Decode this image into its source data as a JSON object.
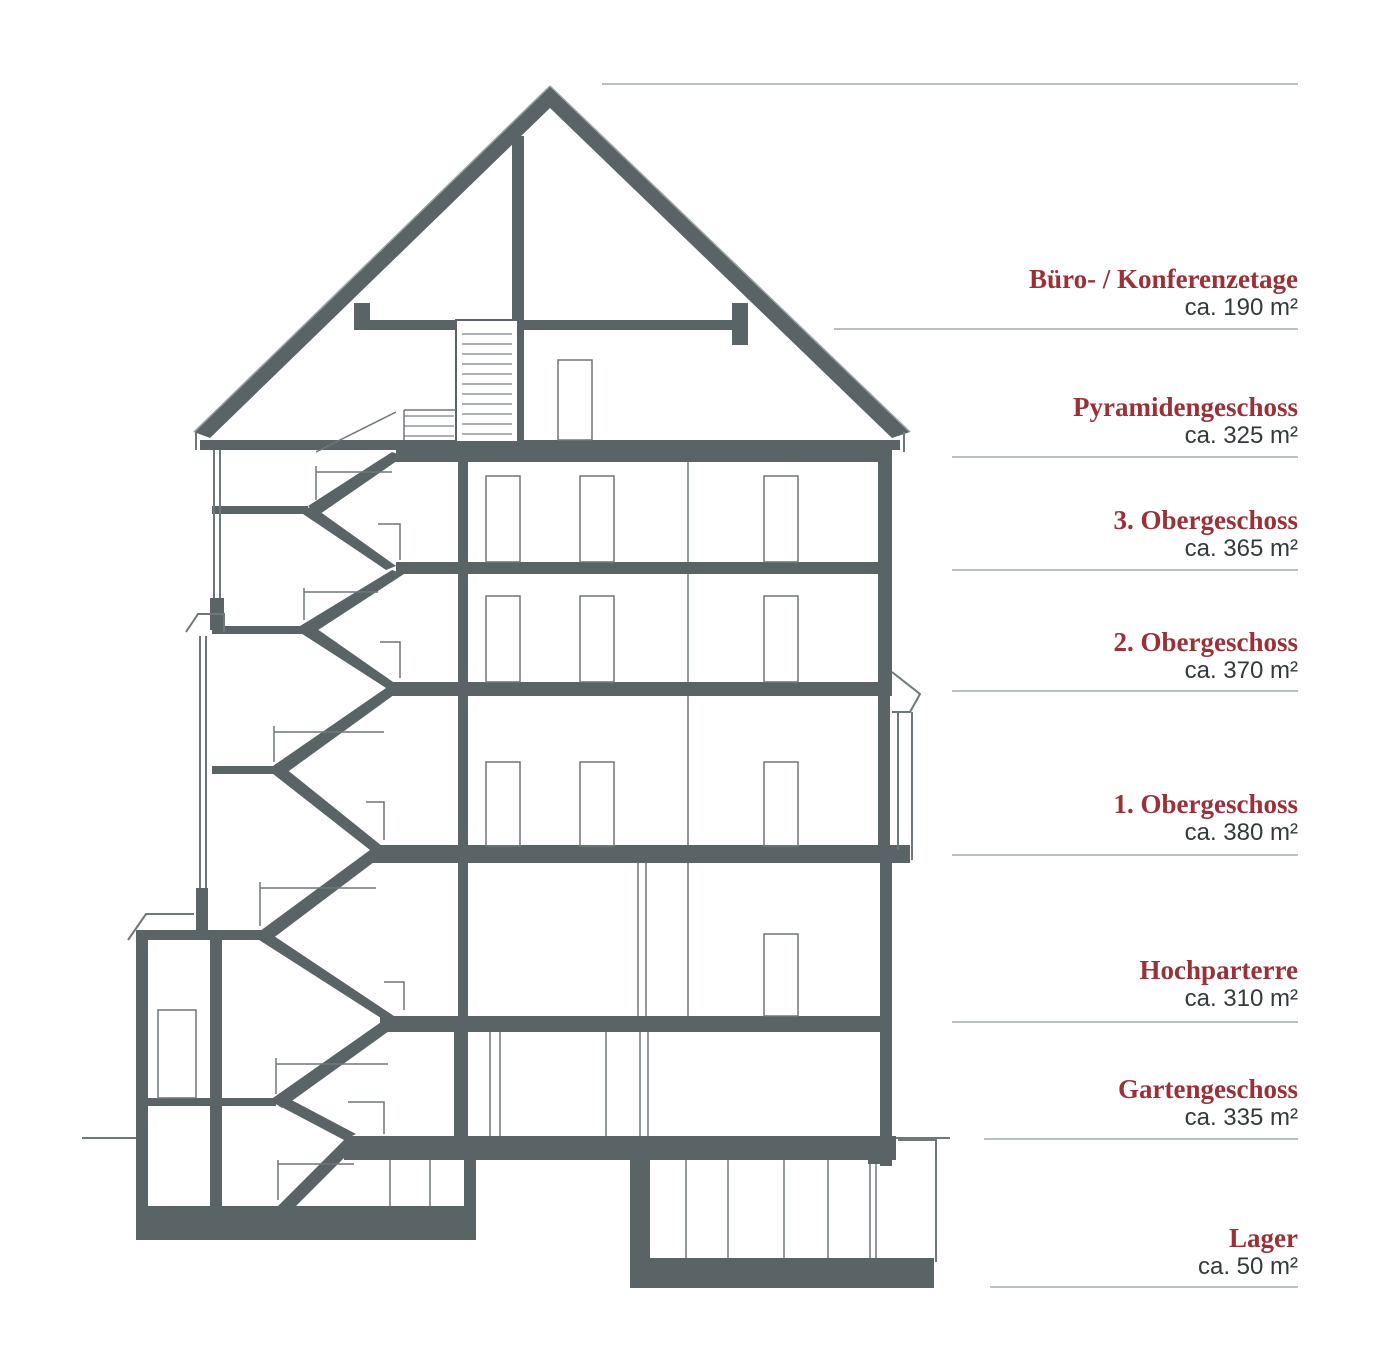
{
  "colors": {
    "wall": "#5a6466",
    "line": "#6e7779",
    "accent": "#9b3138",
    "guide": "#b9c0c1"
  },
  "floors": [
    {
      "name": "Büro- / Konferenzetage",
      "area": "ca. 190 m²"
    },
    {
      "name": "Pyramidengeschoss",
      "area": "ca. 325 m²"
    },
    {
      "name": "3. Obergeschoss",
      "area": "ca. 365 m²"
    },
    {
      "name": "2. Obergeschoss",
      "area": "ca. 370 m²"
    },
    {
      "name": "1. Obergeschoss",
      "area": "ca. 380 m²"
    },
    {
      "name": "Hochparterre",
      "area": "ca. 310 m²"
    },
    {
      "name": "Gartengeschoss",
      "area": "ca. 335 m²"
    },
    {
      "name": "Lager",
      "area": "ca. 50 m²"
    }
  ]
}
